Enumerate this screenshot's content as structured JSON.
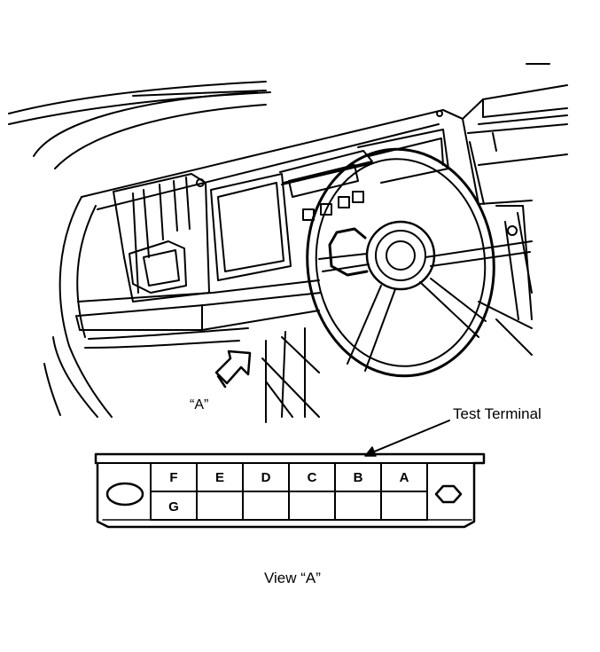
{
  "labels": {
    "arrow_label": "“A”",
    "test_terminal": "Test Terminal",
    "view_caption": "View “A”"
  },
  "connector": {
    "top_row": [
      "F",
      "E",
      "D",
      "C",
      "B",
      "A"
    ],
    "bottom_row": [
      "G",
      "",
      "",
      "",
      "",
      ""
    ]
  },
  "colors": {
    "ink": "#000000",
    "paper": "#ffffff"
  }
}
